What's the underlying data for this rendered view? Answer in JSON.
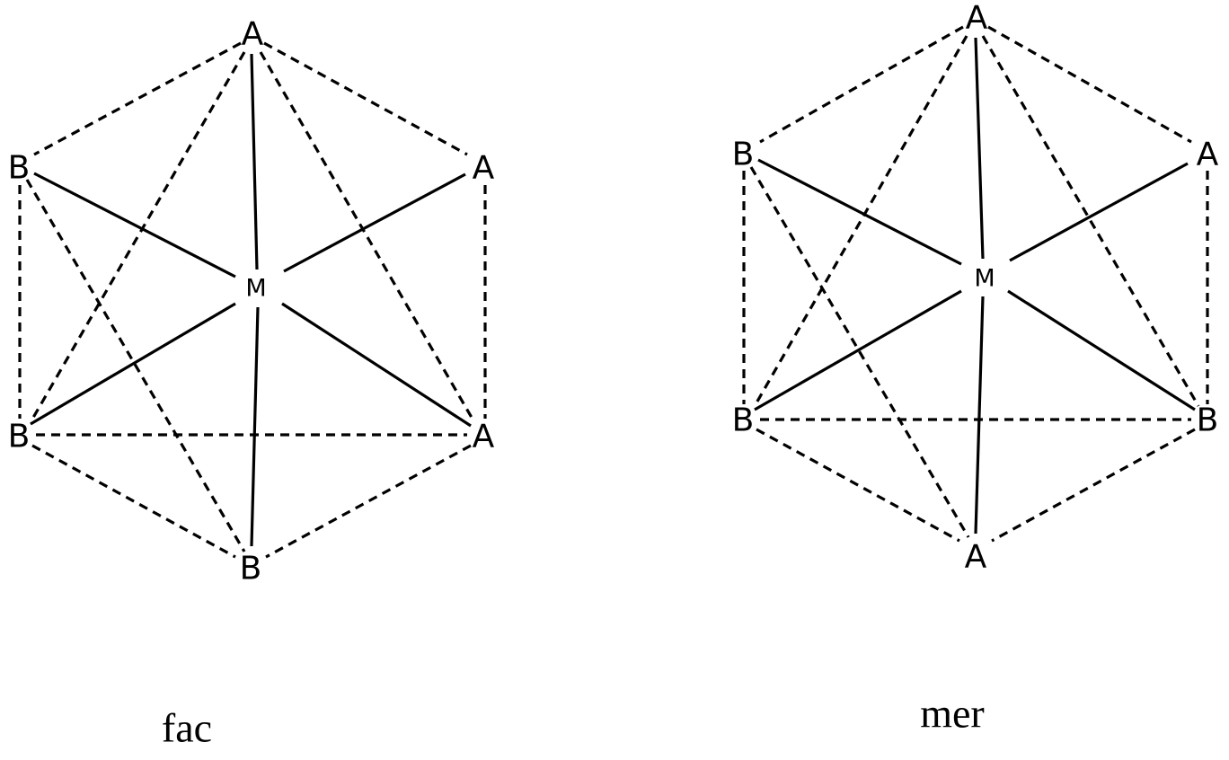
{
  "diagrams": [
    {
      "id": "fac",
      "caption": "fac",
      "center_label": "M",
      "ligands": {
        "top": "A",
        "upper_right": "A",
        "lower_right": "A",
        "upper_left": "B",
        "lower_left": "B",
        "bottom": "B"
      }
    },
    {
      "id": "mer",
      "caption": "mer",
      "center_label": "M",
      "ligands": {
        "top": "A",
        "upper_right": "A",
        "lower_right": "B",
        "upper_left": "B",
        "lower_left": "B",
        "bottom": "A"
      }
    }
  ]
}
